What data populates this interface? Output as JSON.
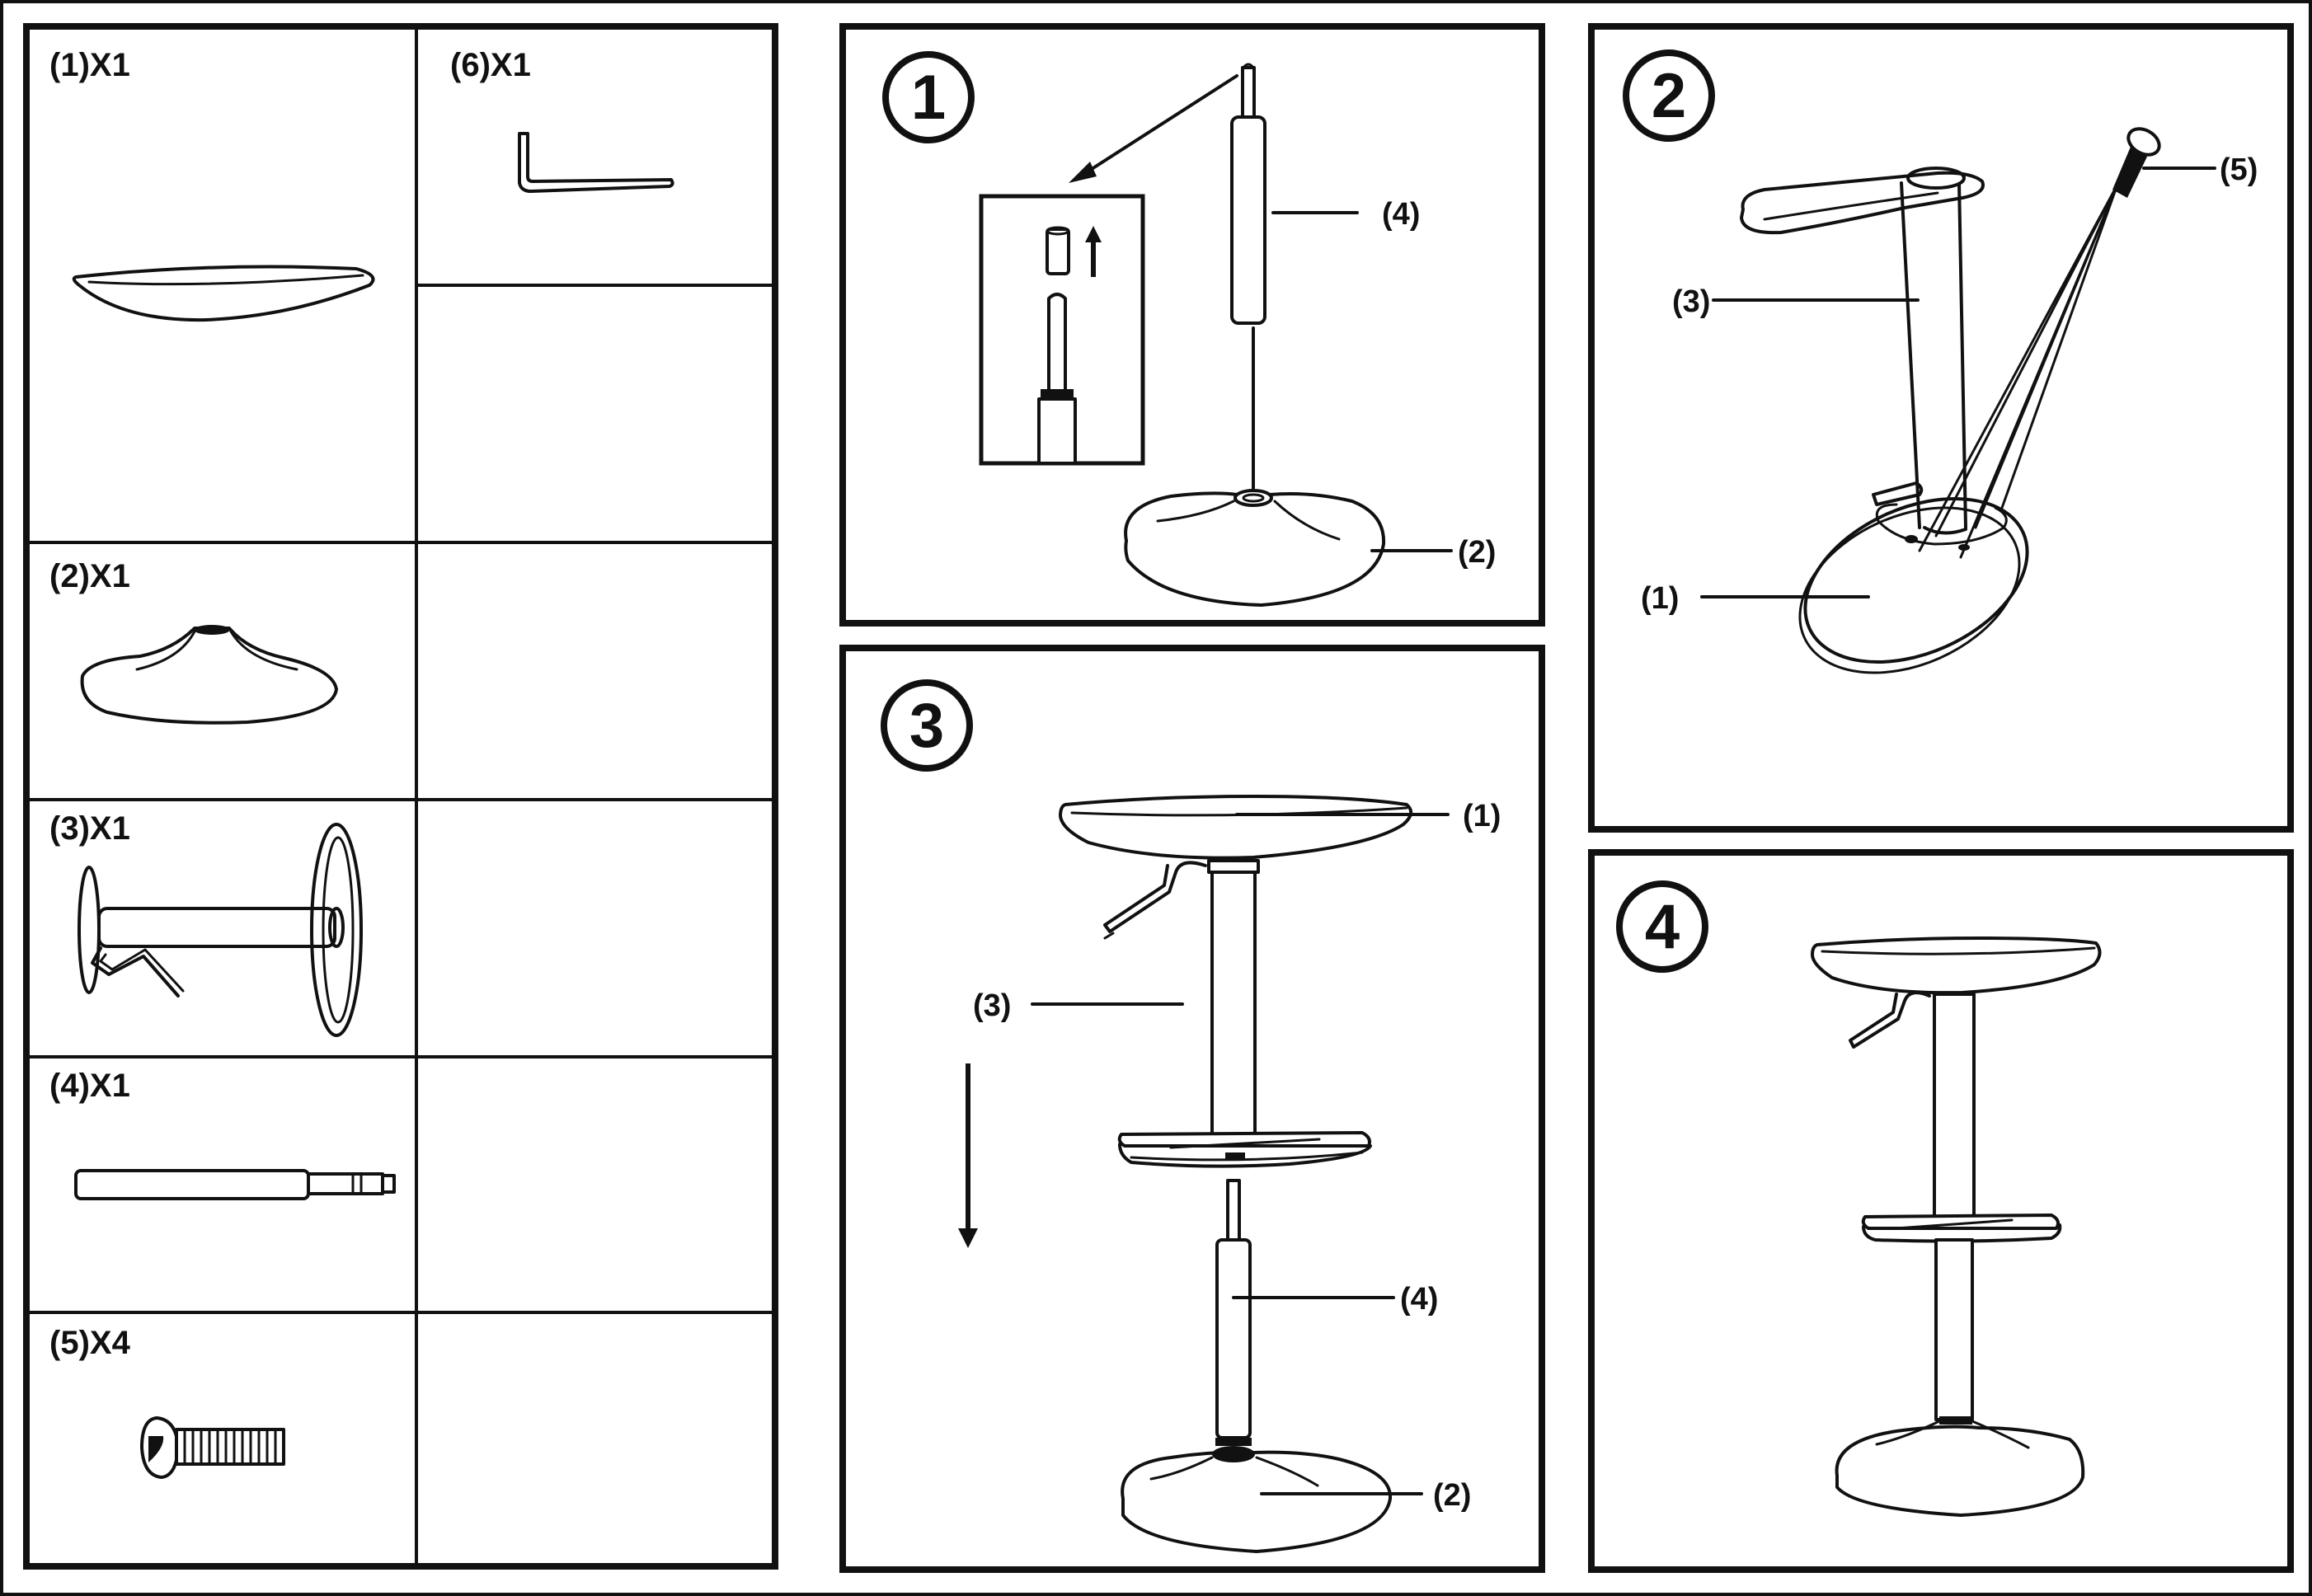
{
  "parts": [
    {
      "label": "(1)X1",
      "icon": "seat-icon"
    },
    {
      "label": "(6)X1",
      "icon": "allen-key-icon"
    },
    {
      "label": "(2)X1",
      "icon": "base-icon"
    },
    {
      "label": "(3)X1",
      "icon": "column-footrest-icon"
    },
    {
      "label": "(4)X1",
      "icon": "gas-cylinder-icon"
    },
    {
      "label": "(5)X4",
      "icon": "bolt-icon"
    }
  ],
  "steps": [
    {
      "number": "1",
      "callouts": [
        "(4)",
        "(2)"
      ]
    },
    {
      "number": "2",
      "callouts": [
        "(5)",
        "(3)",
        "(1)"
      ]
    },
    {
      "number": "3",
      "callouts": [
        "(1)",
        "(3)",
        "(4)",
        "(2)"
      ]
    },
    {
      "number": "4",
      "callouts": []
    }
  ]
}
